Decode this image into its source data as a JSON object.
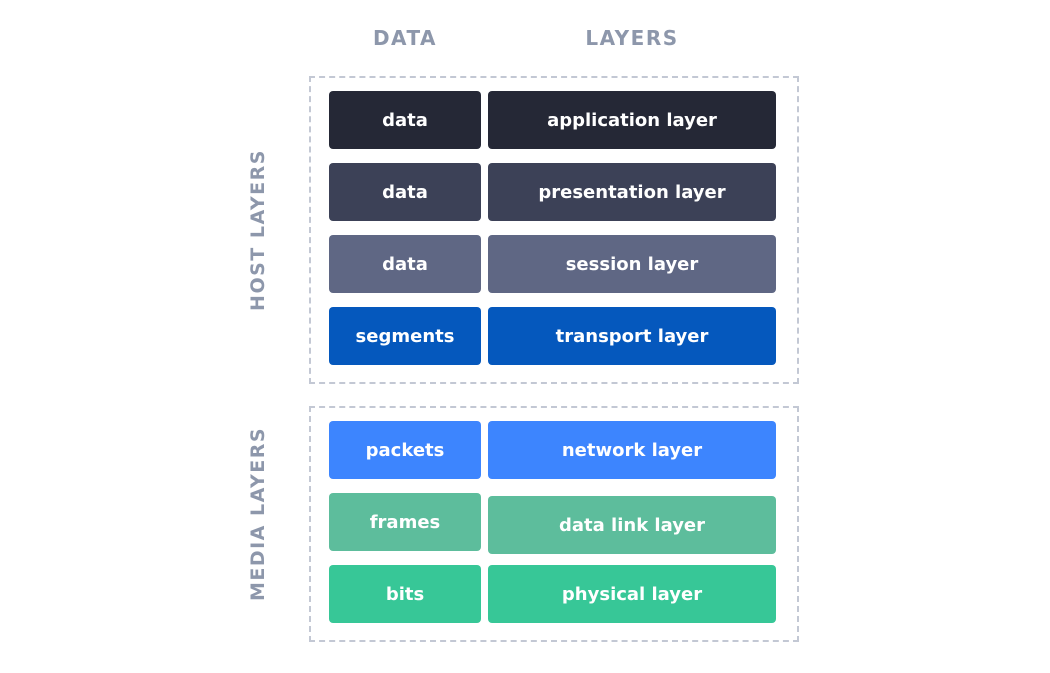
{
  "headers": {
    "data": "DATA",
    "layers": "LAYERS"
  },
  "groups": {
    "host": "HOST LAYERS",
    "media": "MEDIA LAYERS"
  },
  "rows": [
    {
      "data": "data",
      "layer": "application layer",
      "color": "#252836"
    },
    {
      "data": "data",
      "layer": "presentation layer",
      "color": "#3c4157"
    },
    {
      "data": "data",
      "layer": "session layer",
      "color": "#5f6784"
    },
    {
      "data": "segments",
      "layer": "transport layer",
      "color": "#0558bd"
    },
    {
      "data": "packets",
      "layer": "network layer",
      "color": "#3d85fe"
    },
    {
      "data": "frames",
      "layer": "data link layer",
      "color": "#5dbd9c"
    },
    {
      "data": "bits",
      "layer": "physical layer",
      "color": "#37c797"
    }
  ]
}
